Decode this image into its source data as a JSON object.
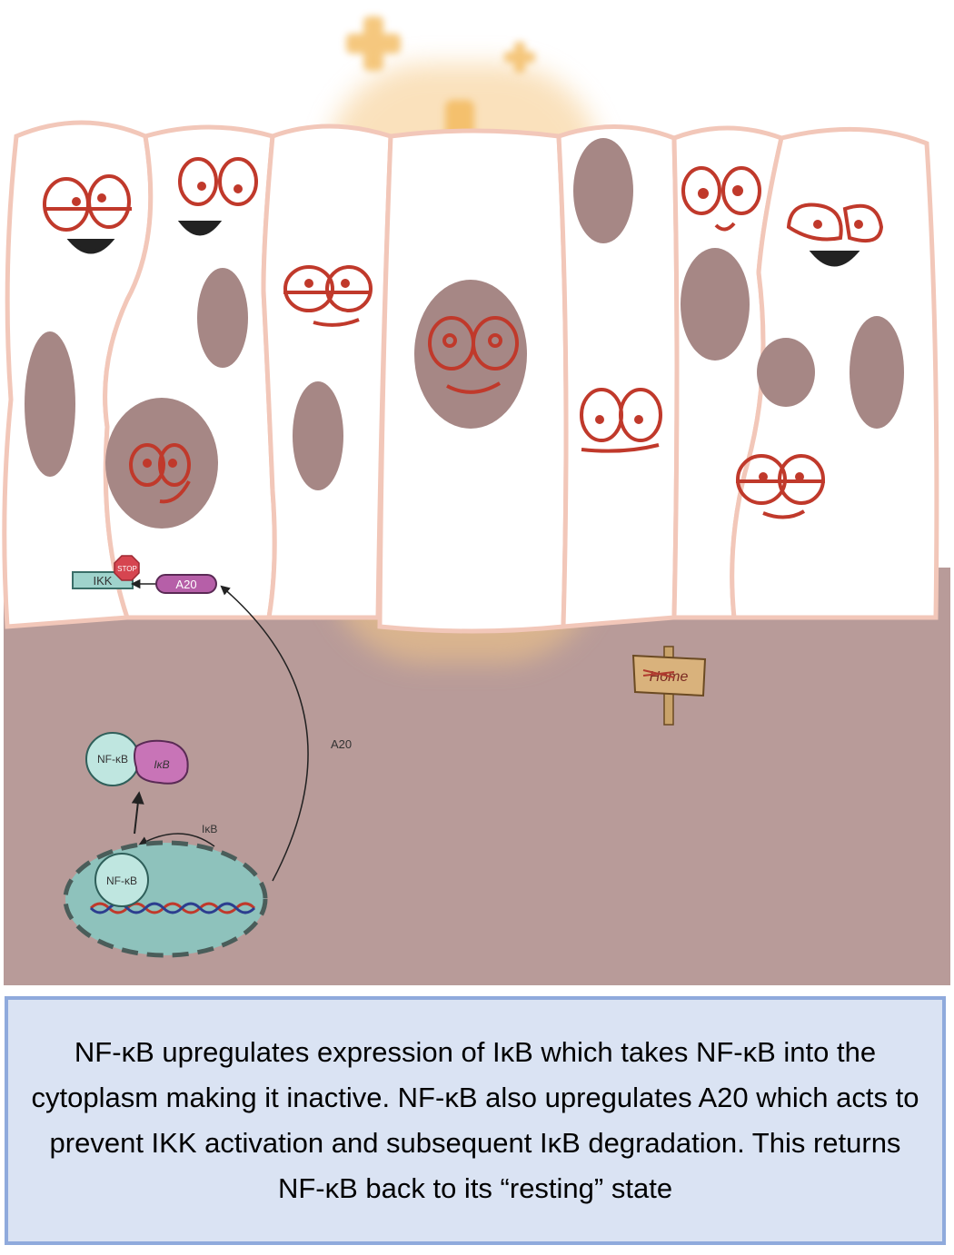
{
  "diagram": {
    "labels": {
      "ikk": "IKK",
      "stop": "STOP",
      "a20_protein": "A20",
      "a20_arrow": "A20",
      "nfkb_cytoplasm": "NF-κB",
      "ikb_protein": "IκB",
      "ikb_arrow": "IκB",
      "nfkb_nucleus": "NF-κB",
      "sign": "Home"
    },
    "colors": {
      "tissue": "#b89b99",
      "cell_fill": "#ffffff",
      "cell_outline": "#f2c7b9",
      "nucleus": "#a68785",
      "face": "#c0392b",
      "glow": "#f6c986",
      "ikk_box": "#9fd3cc",
      "a20_pill": "#b65fa8",
      "nfkb_circle": "#bfe6e0",
      "ikb_blob": "#c874b7",
      "nucleus_teal": "#8ec2bc",
      "stop_sign": "#d64550"
    }
  },
  "caption": {
    "text": "NF-κB upregulates expression of IκB which takes NF-κB into the cytoplasm making it inactive. NF-κB also upregulates A20 which acts to prevent IKK activation and subsequent IκB degradation. This returns NF-κB back to its “resting” state"
  }
}
